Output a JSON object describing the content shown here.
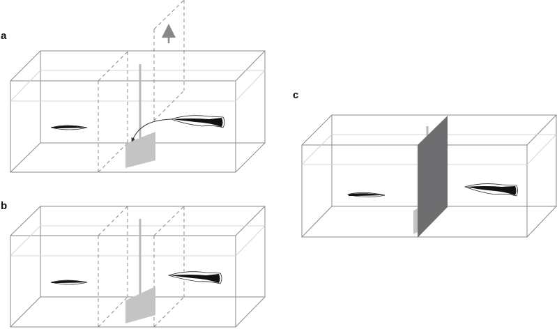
{
  "figure": {
    "panels": [
      {
        "id": "a",
        "label": "a",
        "description": "Sliding door lifted (arrow up); fish moves toward gray gate via curved arrow"
      },
      {
        "id": "b",
        "label": "b",
        "description": "Two transparent dashed partitions with gray gate in between"
      },
      {
        "id": "c",
        "label": "c",
        "description": "Opaque dark partition separating two fish"
      }
    ],
    "colors": {
      "tank_edge": "#8a8a8a",
      "water_line": "#d4d4d4",
      "gate": "#c4c4c4",
      "opaque_partition": "#6e6e70",
      "fish": "#111111"
    }
  }
}
